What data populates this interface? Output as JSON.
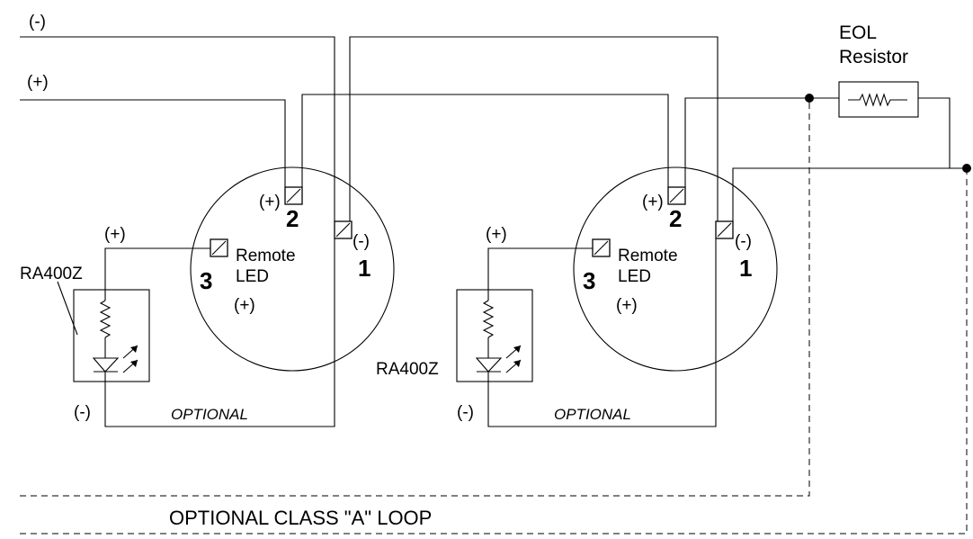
{
  "line_labels": {
    "negative": "(-)",
    "positive": "(+)"
  },
  "eol": {
    "line1": "EOL",
    "line2": "Resistor"
  },
  "detectors": [
    {
      "t2_sign": "(+)",
      "t2_num": "2",
      "t1_sign": "(-)",
      "t1_num": "1",
      "t3_num": "3",
      "t3_line1": "Remote",
      "t3_line2": "LED",
      "t3_sign": "(+)"
    },
    {
      "t2_sign": "(+)",
      "t2_num": "2",
      "t1_sign": "(-)",
      "t1_num": "1",
      "t3_num": "3",
      "t3_line1": "Remote",
      "t3_line2": "LED",
      "t3_sign": "(+)"
    }
  ],
  "remote_leds": [
    {
      "pos_label": "(+)",
      "neg_label": "(-)",
      "model": "RA400Z",
      "optional": "OPTIONAL"
    },
    {
      "pos_label": "(+)",
      "neg_label": "(-)",
      "model": "RA400Z",
      "optional": "OPTIONAL"
    }
  ],
  "class_a_loop": {
    "label": "OPTIONAL CLASS  \"A\" LOOP"
  }
}
